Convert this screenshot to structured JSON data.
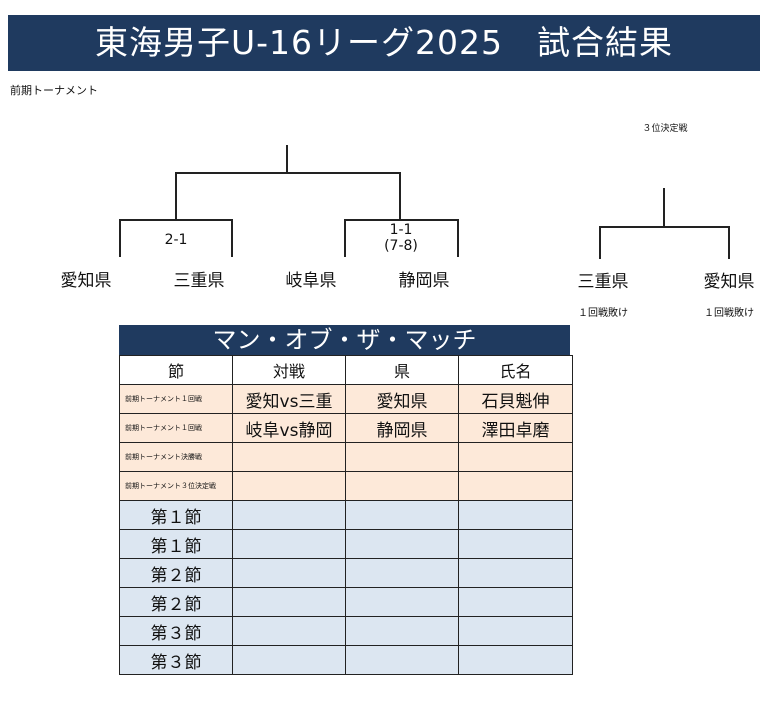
{
  "title": "東海男子U-16リーグ2025　試合結果",
  "section_label": "前期トーナメント",
  "third_place_label": "３位決定戦",
  "bracket": {
    "match1": {
      "team_left": "愛知県",
      "team_right": "三重県",
      "score": "2-1"
    },
    "match2": {
      "team_left": "岐阜県",
      "team_right": "静岡県",
      "score": "1-1",
      "pk": "(7-8)"
    },
    "third_place": {
      "team_left": "三重県",
      "team_right": "愛知県",
      "note_left": "１回戦敗け",
      "note_right": "１回戦敗け"
    }
  },
  "motm": {
    "header": "マン・オブ・ザ・マッチ",
    "columns": [
      "節",
      "対戦",
      "県",
      "氏名"
    ],
    "rows": [
      {
        "round": "前期トーナメント１回戦",
        "match": "愛知vs三重",
        "pref": "愛知県",
        "name": "石貝魁伸",
        "style": "t"
      },
      {
        "round": "前期トーナメント１回戦",
        "match": "岐阜vs静岡",
        "pref": "静岡県",
        "name": "澤田卓磨",
        "style": "t"
      },
      {
        "round": "前期トーナメント決勝戦",
        "match": "",
        "pref": "",
        "name": "",
        "style": "t"
      },
      {
        "round": "前期トーナメント３位決定戦",
        "match": "",
        "pref": "",
        "name": "",
        "style": "t"
      },
      {
        "round": "第１節",
        "match": "",
        "pref": "",
        "name": "",
        "style": "s"
      },
      {
        "round": "第１節",
        "match": "",
        "pref": "",
        "name": "",
        "style": "s"
      },
      {
        "round": "第２節",
        "match": "",
        "pref": "",
        "name": "",
        "style": "s"
      },
      {
        "round": "第２節",
        "match": "",
        "pref": "",
        "name": "",
        "style": "s"
      },
      {
        "round": "第３節",
        "match": "",
        "pref": "",
        "name": "",
        "style": "s"
      },
      {
        "round": "第３節",
        "match": "",
        "pref": "",
        "name": "",
        "style": "s"
      }
    ]
  }
}
